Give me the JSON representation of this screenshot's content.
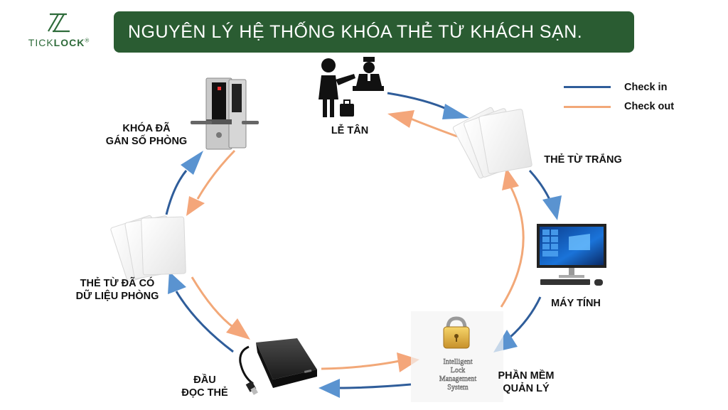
{
  "brand": {
    "logo_text_light": "TICK",
    "logo_text_bold": "LOCK",
    "logo_mark": "®"
  },
  "title": "NGUYÊN LÝ HỆ THỐNG KHÓA THẺ TỪ KHÁCH SẠN.",
  "legend": {
    "checkin_label": "Check in",
    "checkout_label": "Check out",
    "checkin_color": "#2f5d9a",
    "checkout_color": "#f2a878"
  },
  "nodes": {
    "reception": "LỄ TÂN",
    "blank_card": "THẺ TỪ TRẮNG",
    "computer": "MÁY TÍNH",
    "software": "PHẦN MỀM\nQUẢN LÝ",
    "reader": "ĐẦU\nĐỌC THẺ",
    "data_card": "THẺ TỪ ĐÃ CÓ\nDỮ LIỆU PHÒNG",
    "lock": "KHÓA ĐÃ\nGÁN SỐ PHÒNG"
  },
  "software_box_text": [
    "Intelligent",
    "Lock",
    "Management",
    "System"
  ],
  "colors": {
    "banner": "#2a5c32",
    "brand_green": "#2e6b3a"
  }
}
